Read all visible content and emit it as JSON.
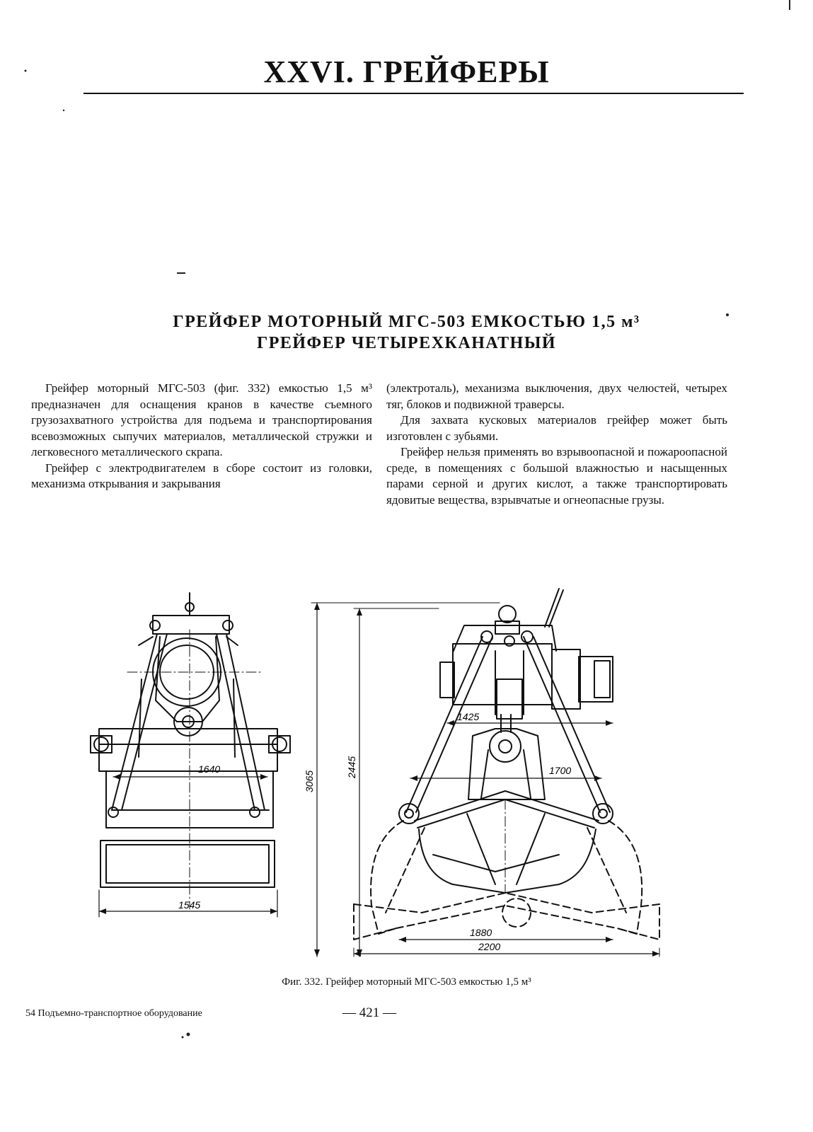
{
  "chapter": {
    "title": "XXVI. ГРЕЙФЕРЫ"
  },
  "section": {
    "title_line1": "ГРЕЙФЕР МОТОРНЫЙ МГС-503 ЕМКОСТЬЮ 1,5 м³",
    "title_line2": "ГРЕЙФЕР ЧЕТЫРЕХКАНАТНЫЙ"
  },
  "body": {
    "left_column": [
      "Грейфер моторный МГС-503 (фиг. 332) емкостью 1,5 м³ предназначен для оснащения кранов в качестве съемного грузозахватного устройства для подъема и транспортирования всевозможных сыпучих материалов, металлической стружки и легковесного металлического скрапа.",
      "Грейфер с электродвигателем в сборе состоит из головки, механизма открывания и закрывания"
    ],
    "right_column": [
      "(электроталь), механизма выключения, двух челюстей, четырех тяг, блоков и подвижной траверсы.",
      "Для захвата кусковых материалов грейфер может быть изготовлен с зубьями.",
      "Грейфер нельзя применять во взрывоопасной и пожароопасной среде, в помещениях с большой влажностью и насыщенных парами серной и других кислот, а также транспортировать ядовитые вещества, взрывчатые и огнеопасные грузы."
    ]
  },
  "figure": {
    "caption": "Фиг. 332. Грейфер моторный МГС-503 емкостью 1,5 м³",
    "dimensions": {
      "side_width_inner": "1640",
      "side_width_outer": "1545",
      "height_total": "3065",
      "height_closed": "2445",
      "head_width": "1425",
      "rod_span": "1700",
      "jaw_span_closed": "1880",
      "jaw_span_open": "2200"
    }
  },
  "footer": {
    "left_text": "54 Подъемно-транспортное оборудование",
    "page_number": "— 421 —"
  }
}
